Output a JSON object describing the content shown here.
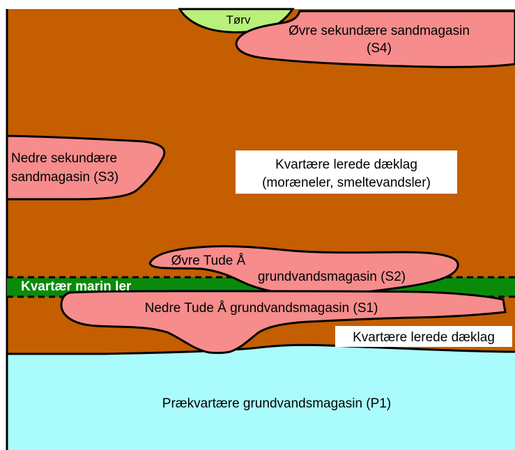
{
  "colors": {
    "clay": "#c45e00",
    "aquifer": "#f68c8c",
    "peat": "#b8f07a",
    "marine_clay": "#0a8a0a",
    "prequaternary": "#aafcfc",
    "outline": "#000000",
    "label_box": "#ffffff"
  },
  "labels": {
    "peat": "Tørv",
    "upper_secondary_line1": "Øvre sekundære sandmagasin",
    "upper_secondary_line2": "(S4)",
    "lower_secondary_line1": "Nedre sekundære",
    "lower_secondary_line2": "sandmagasin (S3)",
    "clay_cover_line1": "Kvartære lerede dæklag",
    "clay_cover_line2": "(moræneler, smeltevandsler)",
    "upper_tude_line1": "Øvre Tude Å",
    "upper_tude_line2": "grundvandsmagasin (S2)",
    "marine_clay": "Kvartær marin ler",
    "lower_tude": "Nedre Tude Å grundvandsmagasin (S1)",
    "clay_cover_lower": "Kvartære lerede dæklag",
    "prequaternary": "Prækvartære grundvandsmagasin (P1)"
  }
}
